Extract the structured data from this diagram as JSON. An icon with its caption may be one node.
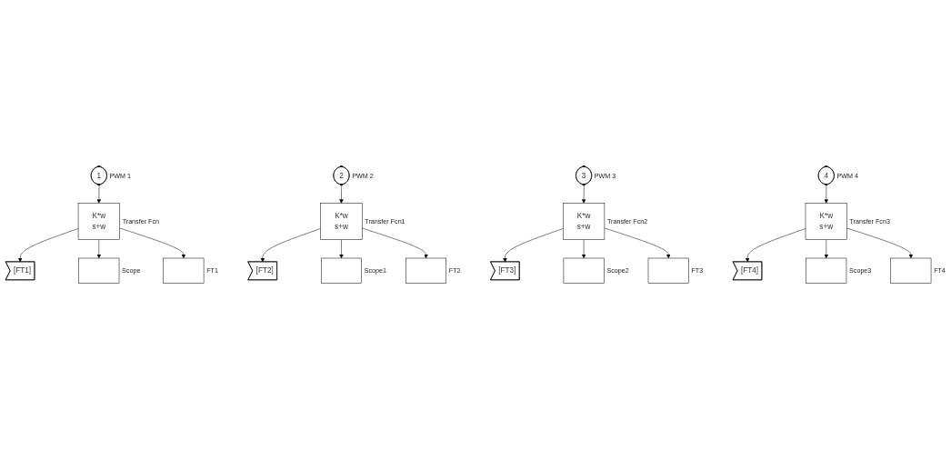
{
  "diagram": {
    "nodes": [
      {
        "text": [
          "1"
        ],
        "beside": [
          "PWM 1"
        ]
      },
      {
        "text": [
          "K*w",
          "s+w"
        ],
        "beside": [
          "Transfer Fcn"
        ]
      },
      {
        "text": [
          "[FT1]"
        ]
      },
      {
        "text": [],
        "shape": "box",
        "beside": [
          "Scope"
        ]
      },
      {
        "text": [],
        "shape": "box",
        "beside": [
          "FT1"
        ]
      },
      {
        "text": [
          "2"
        ],
        "beside": [
          "PWM 2"
        ]
      },
      {
        "text": [
          "K*w",
          "s+w"
        ],
        "beside": [
          "Transfer Fcn1"
        ]
      },
      {
        "text": [
          "[FT2]"
        ]
      },
      {
        "text": [],
        "shape": "box",
        "beside": [
          "Scope1"
        ]
      },
      {
        "text": [],
        "shape": "box",
        "beside": [
          "FT2"
        ]
      },
      {
        "text": [
          "3"
        ],
        "beside": [
          "PWM 3"
        ]
      },
      {
        "text": [
          "K*w",
          "s+w"
        ],
        "beside": [
          "Transfer Fcn2"
        ]
      },
      {
        "text": [
          "[FT3]"
        ]
      },
      {
        "text": [],
        "shape": "box",
        "beside": [
          "Scope2"
        ]
      },
      {
        "text": [],
        "shape": "box",
        "beside": [
          "FT3"
        ]
      },
      {
        "text": [
          "4"
        ],
        "beside": [
          "PWM 4"
        ]
      },
      {
        "text": [
          "K*w",
          "s+w"
        ],
        "beside": [
          "Transfer Fcn3"
        ]
      },
      {
        "text": [
          "[FT4]"
        ]
      },
      {
        "text": [],
        "shape": "box",
        "beside": [
          "Scope3"
        ]
      },
      {
        "text": [],
        "shape": "box",
        "beside": [
          "FT4"
        ]
      }
    ],
    "edges": [
      {
        "from": 0,
        "to": 1,
        "arrow": "to"
      },
      {
        "from": 1,
        "to": 2,
        "arrow": "to"
      },
      {
        "from": 1,
        "to": 3,
        "arrow": "to"
      },
      {
        "from": 1,
        "to": 4,
        "arrow": "to"
      },
      {
        "from": 5,
        "to": 6,
        "arrow": "to"
      },
      {
        "from": 6,
        "to": 7,
        "arrow": "to"
      },
      {
        "from": 6,
        "to": 8,
        "arrow": "to"
      },
      {
        "from": 6,
        "to": 9,
        "arrow": "to"
      },
      {
        "from": 10,
        "to": 11,
        "arrow": "to"
      },
      {
        "from": 11,
        "to": 12,
        "arrow": "to"
      },
      {
        "from": 11,
        "to": 13,
        "arrow": "to"
      },
      {
        "from": 11,
        "to": 14,
        "arrow": "to"
      },
      {
        "from": 15,
        "to": 16,
        "arrow": "to"
      },
      {
        "from": 16,
        "to": 17,
        "arrow": "to"
      },
      {
        "from": 16,
        "to": 18,
        "arrow": "to"
      },
      {
        "from": 16,
        "to": 19,
        "arrow": "to"
      }
    ]
  }
}
